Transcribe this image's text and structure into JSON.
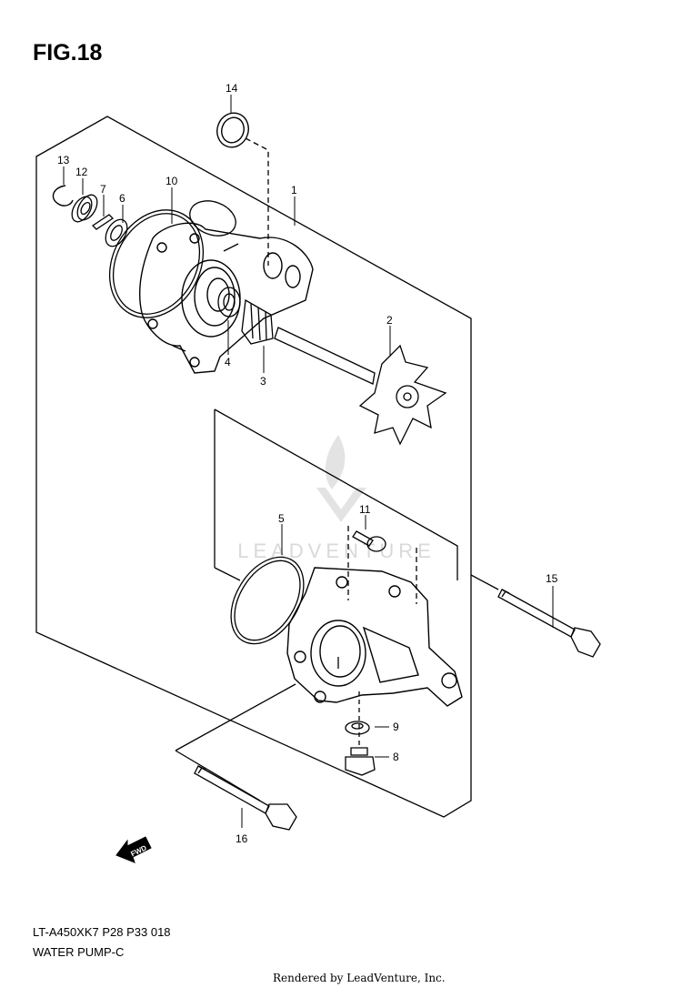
{
  "figure": {
    "title": "FIG.18",
    "model_code": "LT-A450XK7_P28_P33_018",
    "section_name": "WATER PUMP-C"
  },
  "watermark": "LEADVENTURE",
  "credit": "Rendered by LeadVenture, Inc.",
  "fwd_label": "FWD",
  "parts": [
    {
      "number": "1"
    },
    {
      "number": "2"
    },
    {
      "number": "3"
    },
    {
      "number": "4"
    },
    {
      "number": "5"
    },
    {
      "number": "6"
    },
    {
      "number": "7"
    },
    {
      "number": "8"
    },
    {
      "number": "9"
    },
    {
      "number": "10"
    },
    {
      "number": "11"
    },
    {
      "number": "12"
    },
    {
      "number": "13"
    },
    {
      "number": "14"
    },
    {
      "number": "15"
    },
    {
      "number": "16"
    }
  ]
}
